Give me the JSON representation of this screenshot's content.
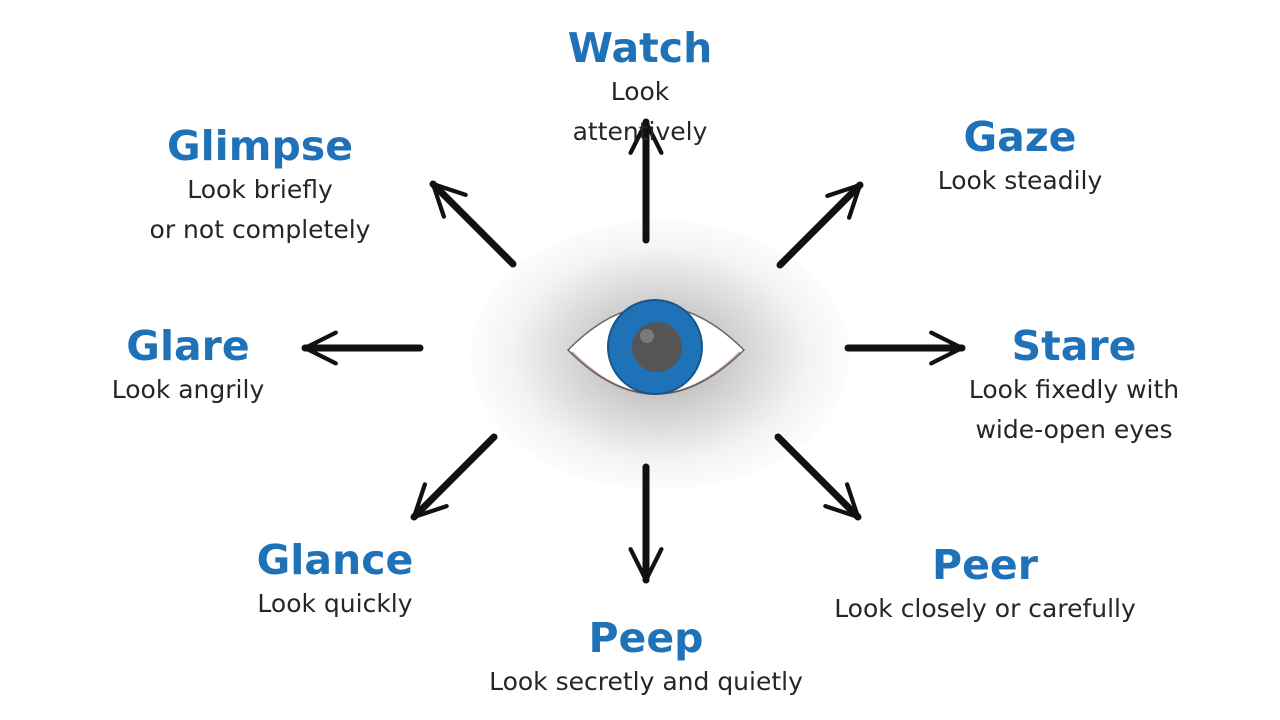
{
  "colors": {
    "word": "#1f72b8",
    "definition": "#262626",
    "arrow": "#111111",
    "iris": "#1f72b8",
    "pupil": "#555555",
    "eye_white": "#ffffff",
    "glow": "#8a8a8a"
  },
  "center_icon": "eye-icon",
  "terms": {
    "watch": {
      "word": "Watch",
      "definition": "Look attentively"
    },
    "glimpse": {
      "word": "Glimpse",
      "definition": "Look briefly\nor not completely"
    },
    "gaze": {
      "word": "Gaze",
      "definition": "Look steadily"
    },
    "glare": {
      "word": "Glare",
      "definition": "Look angrily"
    },
    "stare": {
      "word": "Stare",
      "definition": "Look fixedly with\nwide-open eyes"
    },
    "glance": {
      "word": "Glance",
      "definition": "Look quickly"
    },
    "peep": {
      "word": "Peep",
      "definition": "Look secretly and quietly"
    },
    "peer": {
      "word": "Peer",
      "definition": "Look closely or carefully"
    }
  }
}
